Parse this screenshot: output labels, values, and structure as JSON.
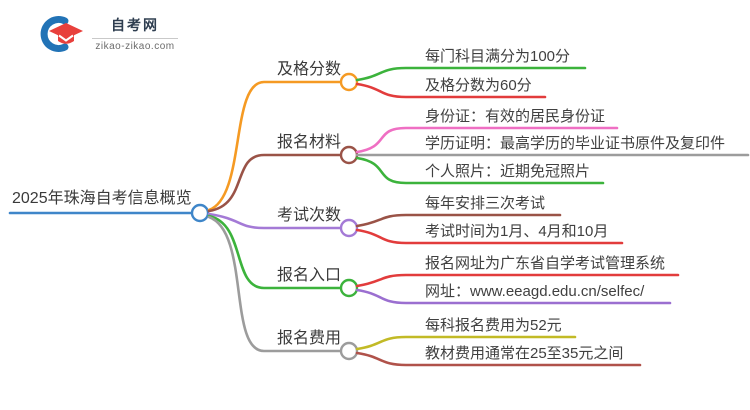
{
  "logo": {
    "title": "自考网",
    "domain": "zikao-zikao.com",
    "icon": "graduation-cap-crescent-icon",
    "colors": {
      "crescent_blue": "#2273b6",
      "cap_red": "#e8403c"
    }
  },
  "mindmap": {
    "root": {
      "label": "2025年珠海自考信息概览",
      "color": "#3f86c9"
    },
    "branches": [
      {
        "label": "及格分数",
        "color": "#f59a23",
        "children": [
          {
            "label": "每门科目满分为100分",
            "color": "#3cb33c"
          },
          {
            "label": "及格分数为60分",
            "color": "#e23c3c"
          }
        ]
      },
      {
        "label": "报名材料",
        "color": "#9a5347",
        "children": [
          {
            "label": "身份证：有效的居民身份证",
            "color": "#ef6fc3"
          },
          {
            "label": "学历证明：最高学历的毕业证书原件及复印件",
            "color": "#9c9c9c"
          },
          {
            "label": "个人照片：近期免冠照片",
            "color": "#3cb33c"
          }
        ]
      },
      {
        "label": "考试次数",
        "color": "#a47ad6",
        "children": [
          {
            "label": "每年安排三次考试",
            "color": "#9a5347"
          },
          {
            "label": "考试时间为1月、4月和10月",
            "color": "#e23c3c"
          }
        ]
      },
      {
        "label": "报名入口",
        "color": "#3cb33c",
        "children": [
          {
            "label": "报名网址为广东省自学考试管理系统",
            "color": "#e23c3c"
          },
          {
            "label": "网址：www.eeagd.edu.cn/selfec/",
            "color": "#9b6fd0"
          }
        ]
      },
      {
        "label": "报名费用",
        "color": "#9c9c9c",
        "children": [
          {
            "label": "每科报名费用为52元",
            "color": "#c2ba26"
          },
          {
            "label": "教材费用通常在25至35元之间",
            "color": "#b0524a"
          }
        ]
      }
    ]
  }
}
